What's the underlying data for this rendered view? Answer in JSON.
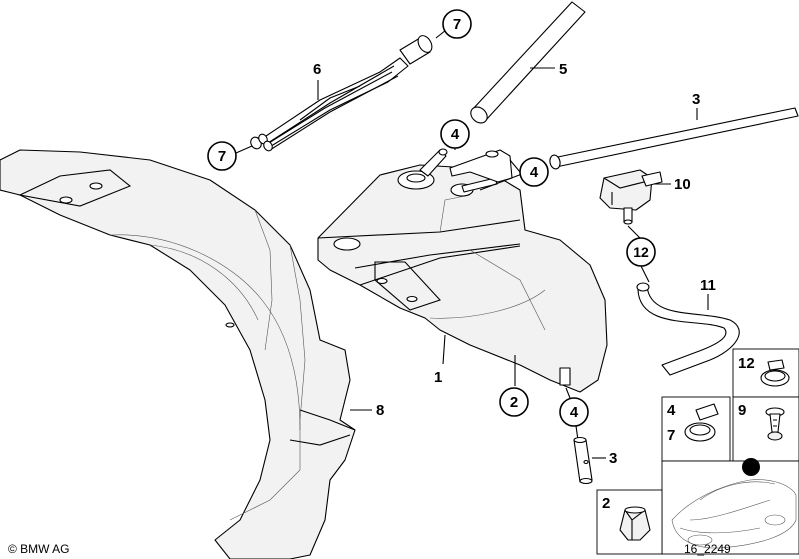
{
  "labels": {
    "p1": "1",
    "p2": "2",
    "p3_top": "3",
    "p3_bottom": "3",
    "p4_a": "4",
    "p4_b": "4",
    "p4_c": "4",
    "p5": "5",
    "p6": "6",
    "p7_top": "7",
    "p7_left": "7",
    "p8": "8",
    "p10": "10",
    "p11": "11",
    "p12": "12"
  },
  "legend": {
    "box12": "12",
    "box4": "4",
    "box7": "7",
    "box9": "9",
    "box2": "2"
  },
  "footer": {
    "copyright": "© BMW AG",
    "diagram_id": "16_2249"
  }
}
